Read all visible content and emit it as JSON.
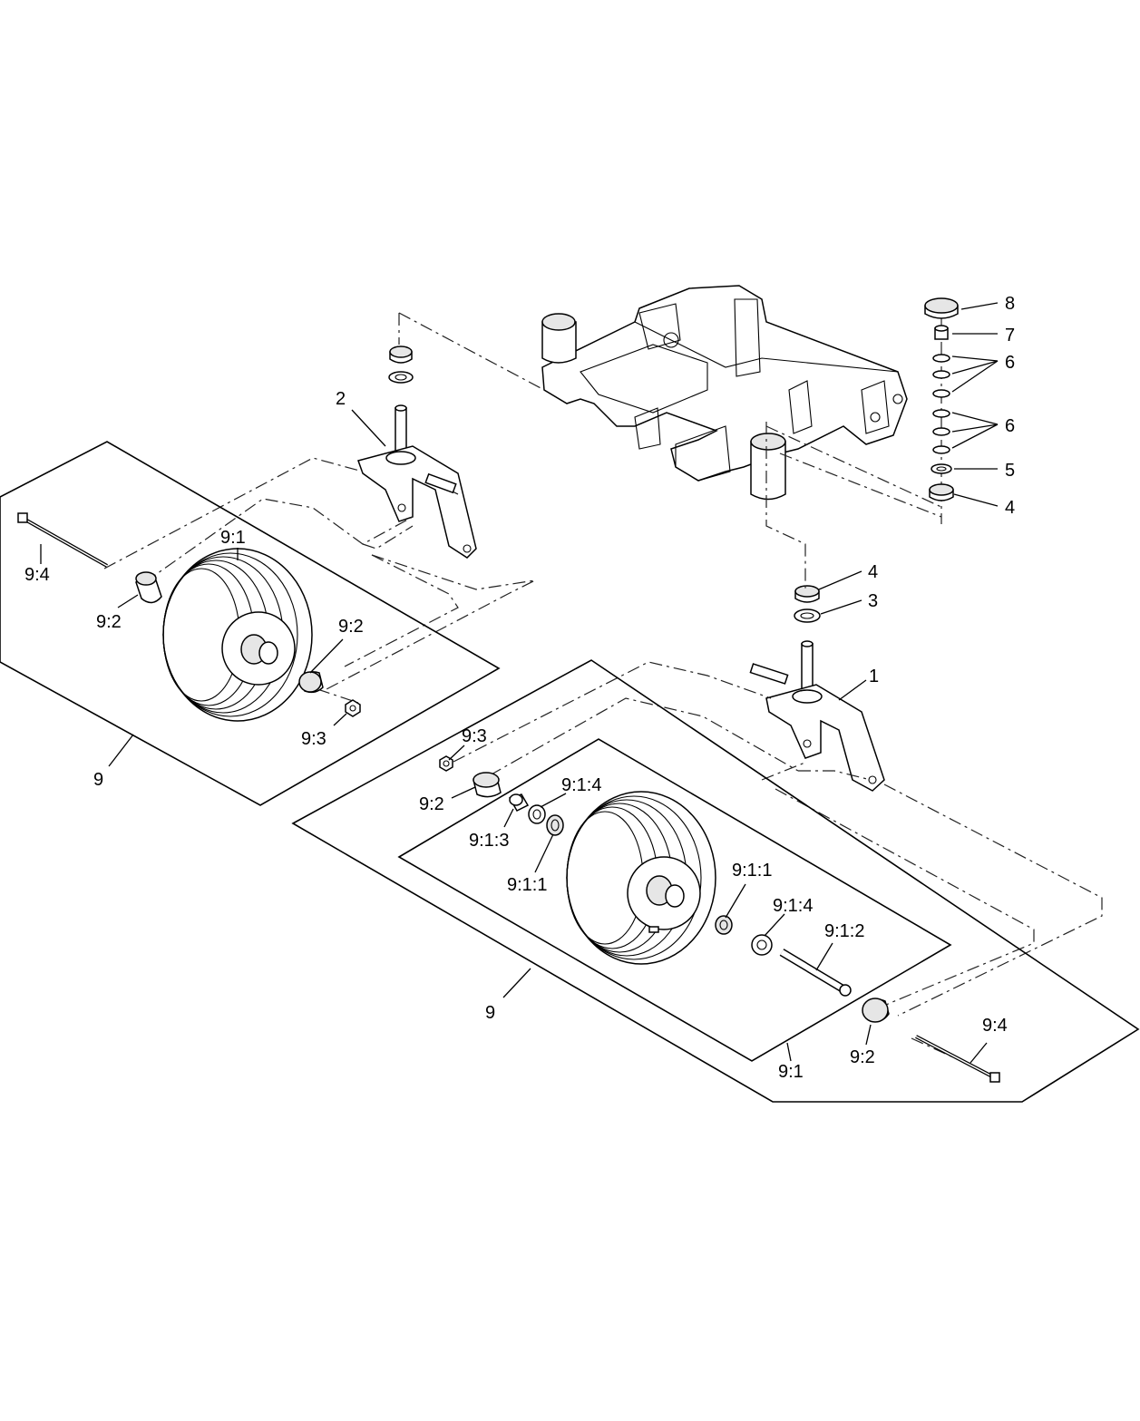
{
  "callouts": {
    "c1": "1",
    "c2": "2",
    "c3": "3",
    "c4_upper": "4",
    "c4_lower": "4",
    "c5": "5",
    "c6_upper": "6",
    "c6_lower": "6",
    "c7": "7",
    "c8": "8",
    "c9_left": "9",
    "c9_right": "9",
    "c91_left": "9:1",
    "c91_right": "9:1",
    "c911_a": "9:1:1",
    "c911_b": "9:1:1",
    "c912": "9:1:2",
    "c913": "9:1:3",
    "c914_a": "9:1:4",
    "c914_b": "9:1:4",
    "c92_left_a": "9:2",
    "c92_left_b": "9:2",
    "c92_right_a": "9:2",
    "c92_right_b": "9:2",
    "c93_left": "9:3",
    "c93_right": "9:3",
    "c94_left": "9:4",
    "c94_right": "9:4"
  }
}
